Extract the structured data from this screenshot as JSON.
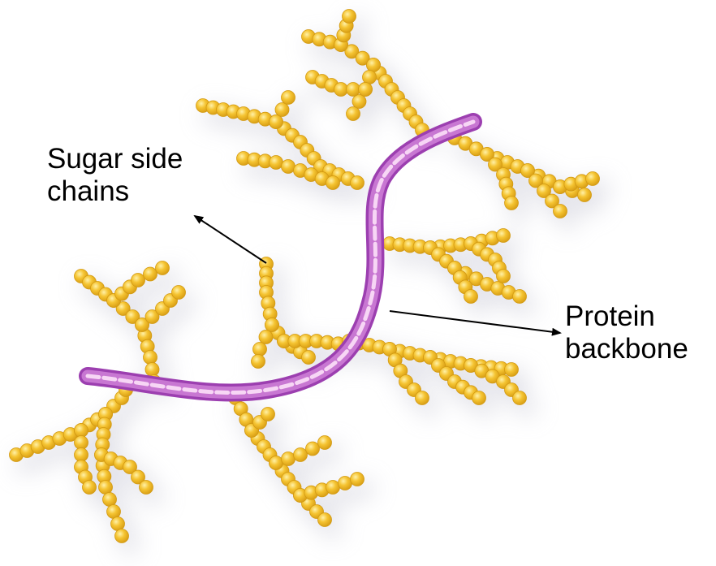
{
  "labels": {
    "sugar_line1": "Sugar side",
    "sugar_line2": "chains",
    "protein_line1": "Protein",
    "protein_line2": "backbone"
  },
  "colors": {
    "sugar_bead": "#f2be2a",
    "sugar_bead_highlight": "#ffe27a",
    "sugar_bead_edge": "#d39a12",
    "backbone_outer": "#a94ab8",
    "backbone_inner": "#f3c9f2",
    "shadow": "#d9d9e4",
    "annotation": "#000000"
  }
}
